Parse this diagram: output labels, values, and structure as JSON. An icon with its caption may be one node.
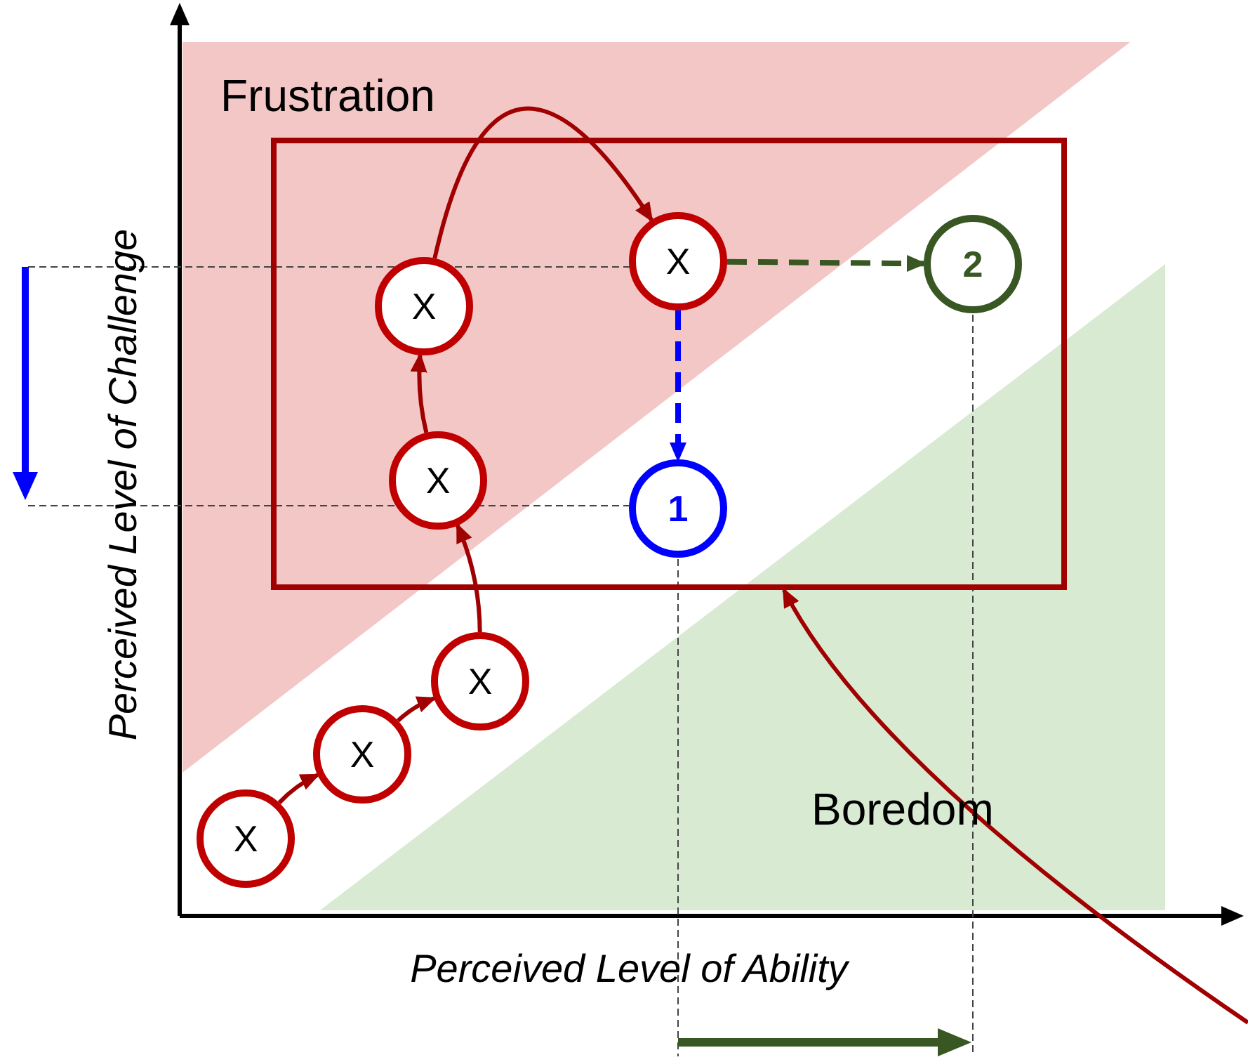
{
  "diagram": {
    "nodes": [
      {
        "text": [],
        "shape": "box"
      },
      {
        "text": [
          "X"
        ],
        "in": 0
      },
      {
        "text": [
          "2"
        ],
        "in": 0
      },
      {
        "text": [
          "X"
        ],
        "in": 0
      },
      {
        "text": [
          "X"
        ],
        "in": 0
      },
      {
        "text": [
          "1"
        ],
        "in": 0
      },
      {
        "text": [
          "X"
        ]
      },
      {
        "text": [
          "X"
        ]
      },
      {
        "text": [
          "X"
        ]
      }
    ],
    "edges": [
      {
        "from": 8,
        "to": 7,
        "arrow": "to"
      },
      {
        "from": 7,
        "to": 6,
        "arrow": "to"
      },
      {
        "from": 6,
        "to": 4,
        "arrow": "to"
      },
      {
        "from": 4,
        "to": 3,
        "arrow": "to"
      },
      {
        "from": 3,
        "to": 1,
        "arrow": "to"
      },
      {
        "from": 1,
        "to": 5,
        "arrow": "to",
        "style": "dashed",
        "color": "#0000ff"
      },
      {
        "from": 1,
        "to": 2,
        "arrow": "to",
        "style": "dashed",
        "color": "#385723"
      },
      {
        "from": null,
        "to": 0,
        "arrow": "to"
      }
    ],
    "labels": [
      "Frustration",
      "Perceived Level of Challenge",
      "Boredom",
      "Perceived Level of Ability"
    ]
  }
}
